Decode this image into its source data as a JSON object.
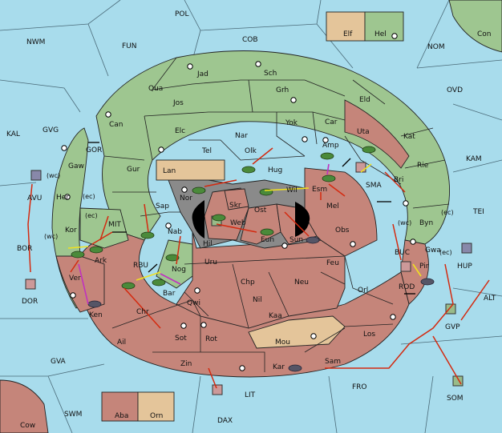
{
  "legend": {
    "elf": "Elf",
    "hel": "Hel"
  },
  "labels": {
    "POL": "POL",
    "NWM": "NWM",
    "FUN": "FUN",
    "COB": "COB",
    "NOM": "NOM",
    "Con": "Con",
    "OVD": "OVD",
    "KAL": "KAL",
    "GVG": "GVG",
    "KAM": "KAM",
    "TEI": "TEI",
    "ALT": "ALT",
    "GVA": "GVA",
    "SWM": "SWM",
    "DAX": "DAX",
    "LIT": "LIT",
    "FRO": "FRO",
    "SOM": "SOM",
    "GVP": "GVP",
    "HUP": "HUP",
    "DOR": "DOR",
    "BOR": "BOR",
    "AVU": "AVU",
    "Cow": "Cow",
    "GOR": "GOR",
    "MIT": "MIT",
    "RBU": "RBU",
    "SMA": "SMA",
    "BUC": "BUC",
    "ROD": "ROD",
    "Jad": "Jad",
    "Sch": "Sch",
    "Qua": "Qua",
    "Jos": "Jos",
    "Grh": "Grh",
    "Eld": "Eld",
    "Can": "Can",
    "Elc": "Elc",
    "Nar": "Nar",
    "Yok": "Yok",
    "Car": "Car",
    "Uta": "Uta",
    "Kat": "Kat",
    "Gaw": "Gaw",
    "Tel": "Tel",
    "Olk": "Olk",
    "Amp": "Amp",
    "Rie": "Rie",
    "Gur": "Gur",
    "Lan": "Lan",
    "Hug": "Hug",
    "Bri": "Bri",
    "Her": "Her",
    "Nor": "Nor",
    "Wil": "Wil",
    "Esm": "Esm",
    "Sap": "Sap",
    "Skr": "Skr",
    "Ost": "Ost",
    "Mel": "Mel",
    "Byn": "Byn",
    "Kor": "Kor",
    "Web": "Web",
    "Obs": "Obs",
    "Nab": "Nab",
    "Hil": "Hil",
    "Eun": "Eun",
    "Sun": "Sun",
    "Gwa": "Gwa",
    "Ark": "Ark",
    "Nog": "Nog",
    "Uru": "Uru",
    "Feu": "Feu",
    "Pir": "Pir",
    "Ver": "Ver",
    "Bar": "Bar",
    "Chp": "Chp",
    "Neu": "Neu",
    "Orl": "Orl",
    "Ken": "Ken",
    "Qwi": "Qwi",
    "Nil": "Nil",
    "Chr": "Chr",
    "Kaa": "Kaa",
    "Ail": "Ail",
    "Sot": "Sot",
    "Rot": "Rot",
    "Mou": "Mou",
    "Los": "Los",
    "Zin": "Zin",
    "Kar": "Kar",
    "Sam": "Sam",
    "Aba": "Aba",
    "Orn": "Orn",
    "wc": "(wc)",
    "ec": "(ec)"
  },
  "colors": {
    "sea": "#a8dcec",
    "green": "#9ec690",
    "red": "#c5857a",
    "tan": "#e4c59a",
    "gray": "#8a8a8a",
    "order": "#d42a10",
    "support": "#f0e020",
    "convoy": "#c030c0"
  }
}
